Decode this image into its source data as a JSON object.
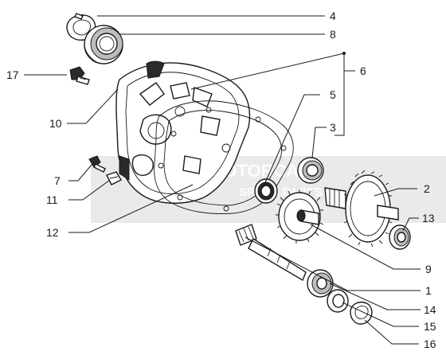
{
  "watermark": {
    "line1": "MOTORCARE",
    "line2": "SPARE PARTS"
  },
  "callouts": {
    "c4": "4",
    "c8": "8",
    "c6": "6",
    "c17": "17",
    "c10": "10",
    "c5": "5",
    "c3": "3",
    "c7": "7",
    "c11": "11",
    "c12": "12",
    "c2": "2",
    "c13": "13",
    "c9": "9",
    "c1": "1",
    "c14": "14",
    "c15": "15",
    "c16": "16"
  }
}
